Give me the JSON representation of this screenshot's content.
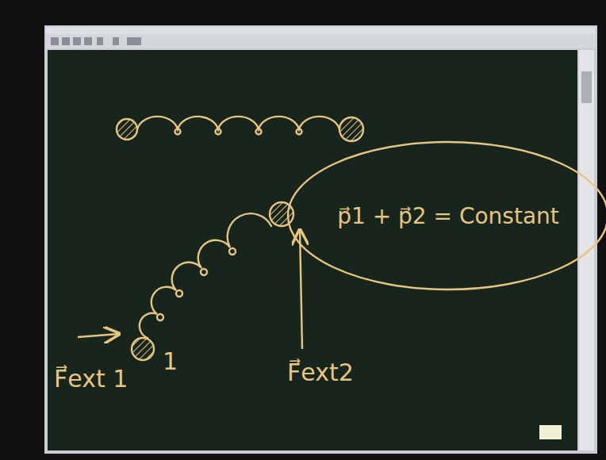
{
  "diagram": {
    "nodes": [
      {
        "text": [
          "p⃗1 + p⃗2 = Constant"
        ]
      }
    ],
    "labels": [
      "F⃗ext 1",
      "1",
      "F⃗ext2"
    ]
  }
}
